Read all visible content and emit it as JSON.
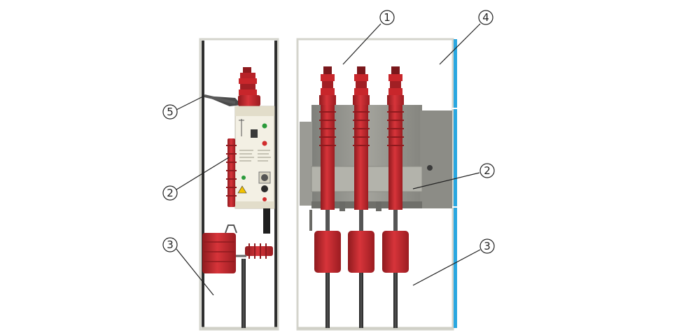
{
  "callouts": {
    "c1": "1",
    "c2_left": "2",
    "c2_right": "2",
    "c3_left": "3",
    "c3_right": "3",
    "c4": "4",
    "c5": "5"
  },
  "colors": {
    "insulator_red": "#c8262b",
    "insulator_dark": "#8e1a1e",
    "frame": "#2f2f2f",
    "cabinet_edge": "#d4d4cc",
    "side_blue": "#2aa7e0",
    "plate_gray": "#8c8c86",
    "panel_cream": "#f3f0e4"
  }
}
